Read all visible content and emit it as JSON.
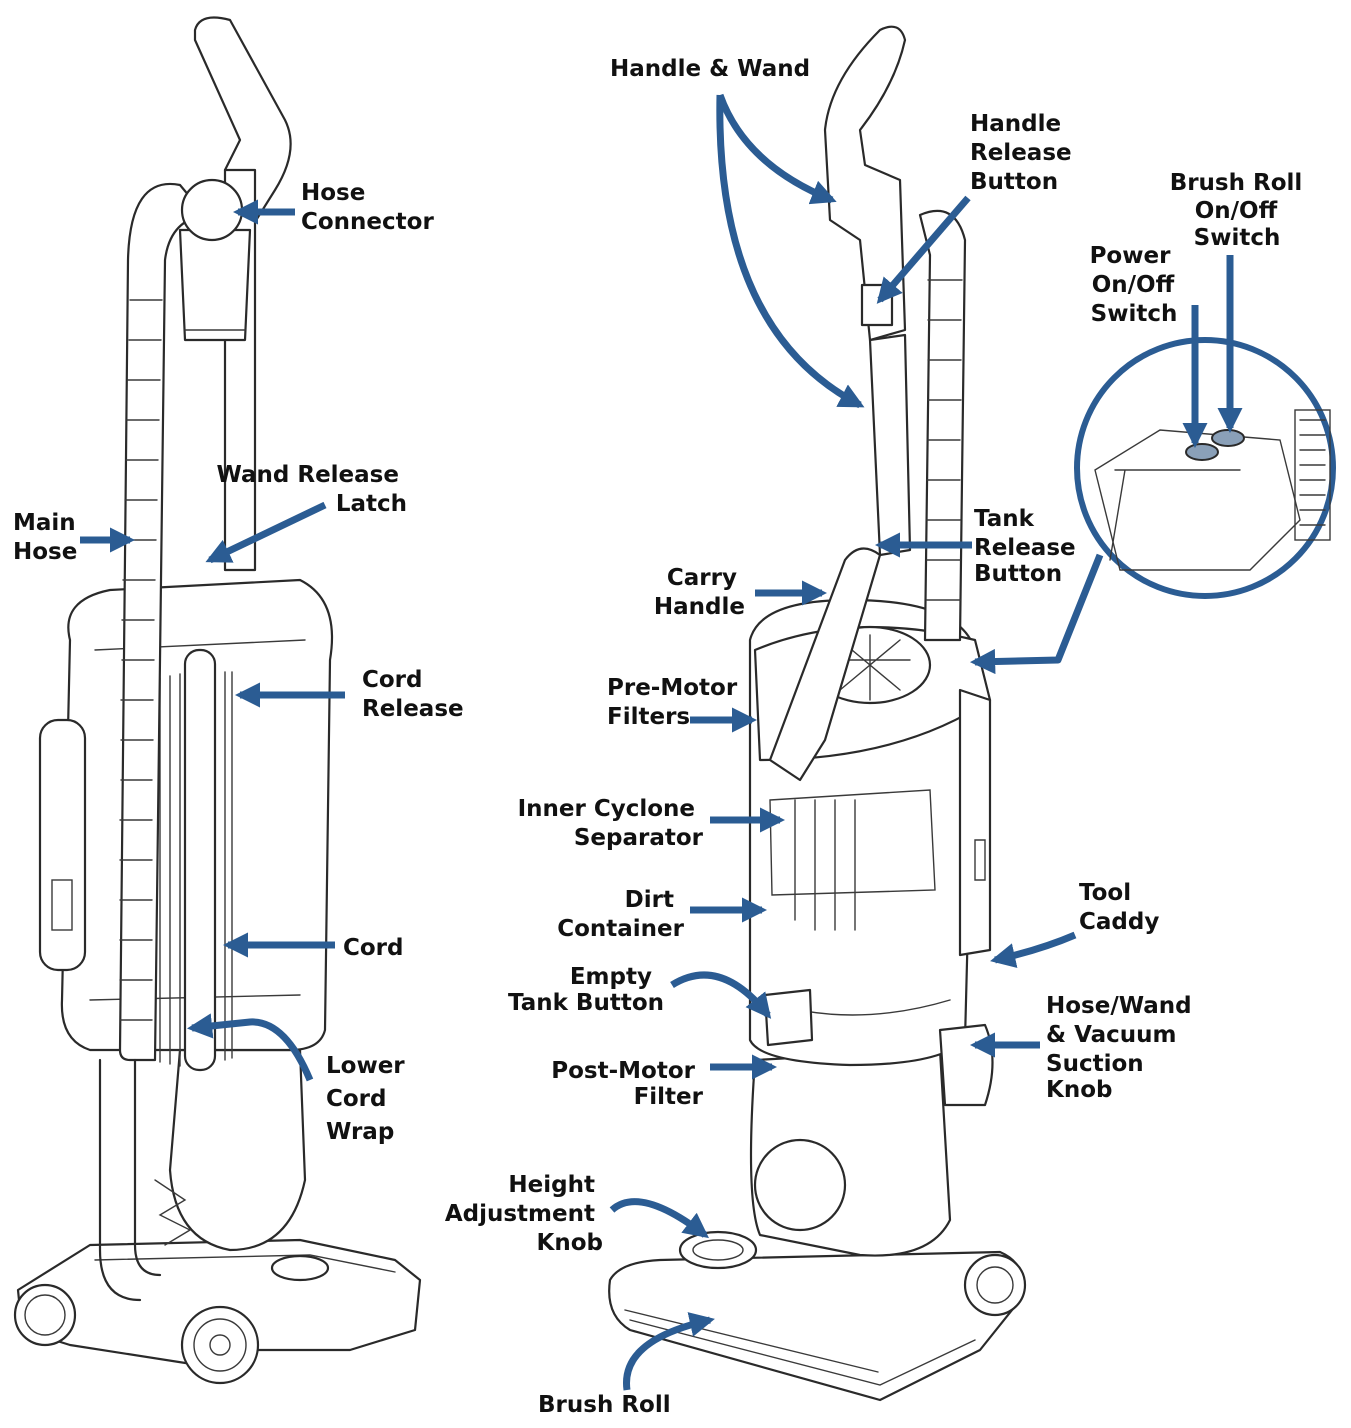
{
  "diagram": {
    "accent_color": "#2b5c93",
    "labels": {
      "hose_connector": [
        "Hose",
        "Connector"
      ],
      "main_hose": [
        "Main",
        "Hose"
      ],
      "wand_release_latch": [
        "Wand Release",
        "Latch"
      ],
      "cord_release": [
        "Cord",
        "Release"
      ],
      "cord": [
        "Cord"
      ],
      "lower_cord_wrap": [
        "Lower",
        "Cord",
        "Wrap"
      ],
      "handle_wand": [
        "Handle & Wand"
      ],
      "handle_release_button": [
        "Handle",
        "Release",
        "Button"
      ],
      "brush_roll_switch": [
        "Brush Roll",
        "On/Off",
        "Switch"
      ],
      "power_switch": [
        "Power",
        "On/Off",
        "Switch"
      ],
      "tank_release_button": [
        "Tank",
        "Release",
        "Button"
      ],
      "carry_handle": [
        "Carry",
        "Handle"
      ],
      "pre_motor_filters": [
        "Pre-Motor",
        "Filters"
      ],
      "inner_cyclone_separator": [
        "Inner Cyclone",
        "Separator"
      ],
      "dirt_container": [
        "Dirt",
        "Container"
      ],
      "tool_caddy": [
        "Tool",
        "Caddy"
      ],
      "empty_tank_button": [
        "Empty",
        "Tank Button"
      ],
      "hose_wand_suction_knob": [
        "Hose/Wand",
        "& Vacuum",
        "Suction",
        "Knob"
      ],
      "post_motor_filter": [
        "Post-Motor",
        "Filter"
      ],
      "height_adjustment_knob": [
        "Height",
        "Adjustment",
        "Knob"
      ],
      "brush_roll": [
        "Brush Roll"
      ]
    }
  }
}
